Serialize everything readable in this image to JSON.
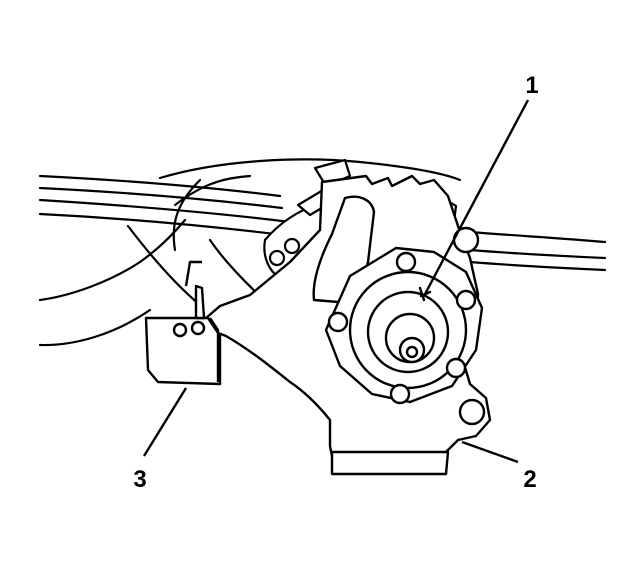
{
  "diagram": {
    "callouts": [
      {
        "label": "1"
      },
      {
        "label": "2"
      },
      {
        "label": "3"
      }
    ],
    "colors": {
      "line": "#000000",
      "background": "#ffffff",
      "hatch": "#ffffff"
    }
  }
}
